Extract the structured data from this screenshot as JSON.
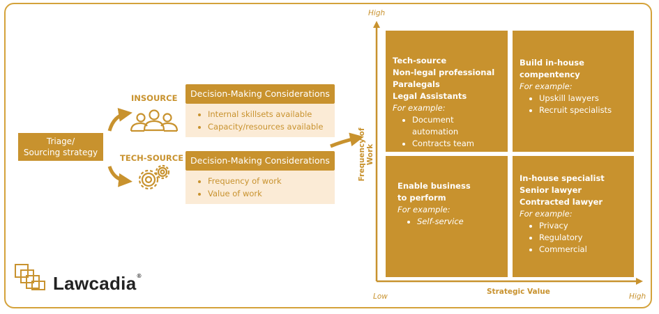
{
  "triage": {
    "label": "Triage/\nSourcing strategy"
  },
  "insource": {
    "label": "INSOURCE",
    "heading": "Decision-Making Considerations",
    "items": [
      "Internal skillsets available",
      "Capacity/resources available"
    ]
  },
  "techsource": {
    "label": "TECH-SOURCE",
    "heading": "Decision-Making Considerations",
    "items": [
      "Frequency of work",
      "Value of work"
    ]
  },
  "matrix": {
    "y_axis": {
      "title": "Frequency of Work",
      "high": "High"
    },
    "x_axis": {
      "title": "Strategic Value",
      "low": "Low",
      "high": "High"
    },
    "quadrants": {
      "top_left": {
        "titles": [
          "Tech-source",
          "Non-legal professional",
          "Paralegals",
          "Legal Assistants"
        ],
        "for_example": "For example:",
        "items": [
          "Document automation",
          "Contracts team"
        ]
      },
      "top_right": {
        "titles": [
          "Build in-house",
          "compentency"
        ],
        "for_example": "For example:",
        "items": [
          "Upskill lawyers",
          "Recruit specialists"
        ]
      },
      "bottom_left": {
        "titles": [
          "Enable business",
          "to perform"
        ],
        "for_example": "For example:",
        "items": [
          "Self-service"
        ]
      },
      "bottom_right": {
        "titles": [
          "In-house specialist",
          "Senior lawyer",
          "Contracted lawyer"
        ],
        "for_example": "For example:",
        "items": [
          "Privacy",
          "Regulatory",
          "Commercial"
        ]
      }
    }
  },
  "logo": {
    "name": "Lawcadia",
    "mark": "®"
  },
  "colors": {
    "accent": "#C8922E",
    "frame": "#D4A23A",
    "tint": "#FBEBD6"
  }
}
